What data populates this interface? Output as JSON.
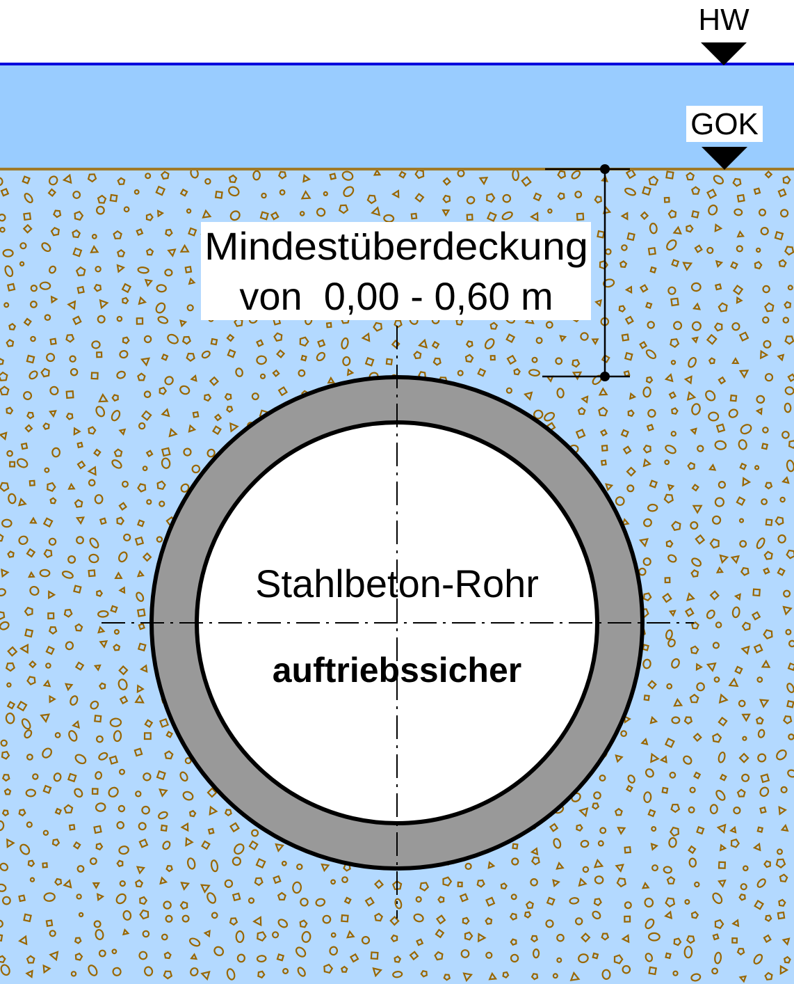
{
  "labels": {
    "hw": "HW",
    "gok": "GOK",
    "cover_line1": "Mindestüberdeckung",
    "cover_line2": "von  0,00 - 0,60 m",
    "pipe_name": "Stahlbeton-Rohr",
    "pipe_property": "auftriebssicher"
  },
  "colors": {
    "water": "#99ccff",
    "water_line": "#0000dd",
    "soil": "#b3d9ff",
    "ground_line": "#a07a28",
    "grain": "#996600",
    "pipe_wall": "#999999",
    "pipe_inner": "#ffffff",
    "outline": "#000000"
  },
  "icons": {
    "hw_marker": "down-triangle-icon",
    "gok_marker": "down-triangle-icon"
  }
}
